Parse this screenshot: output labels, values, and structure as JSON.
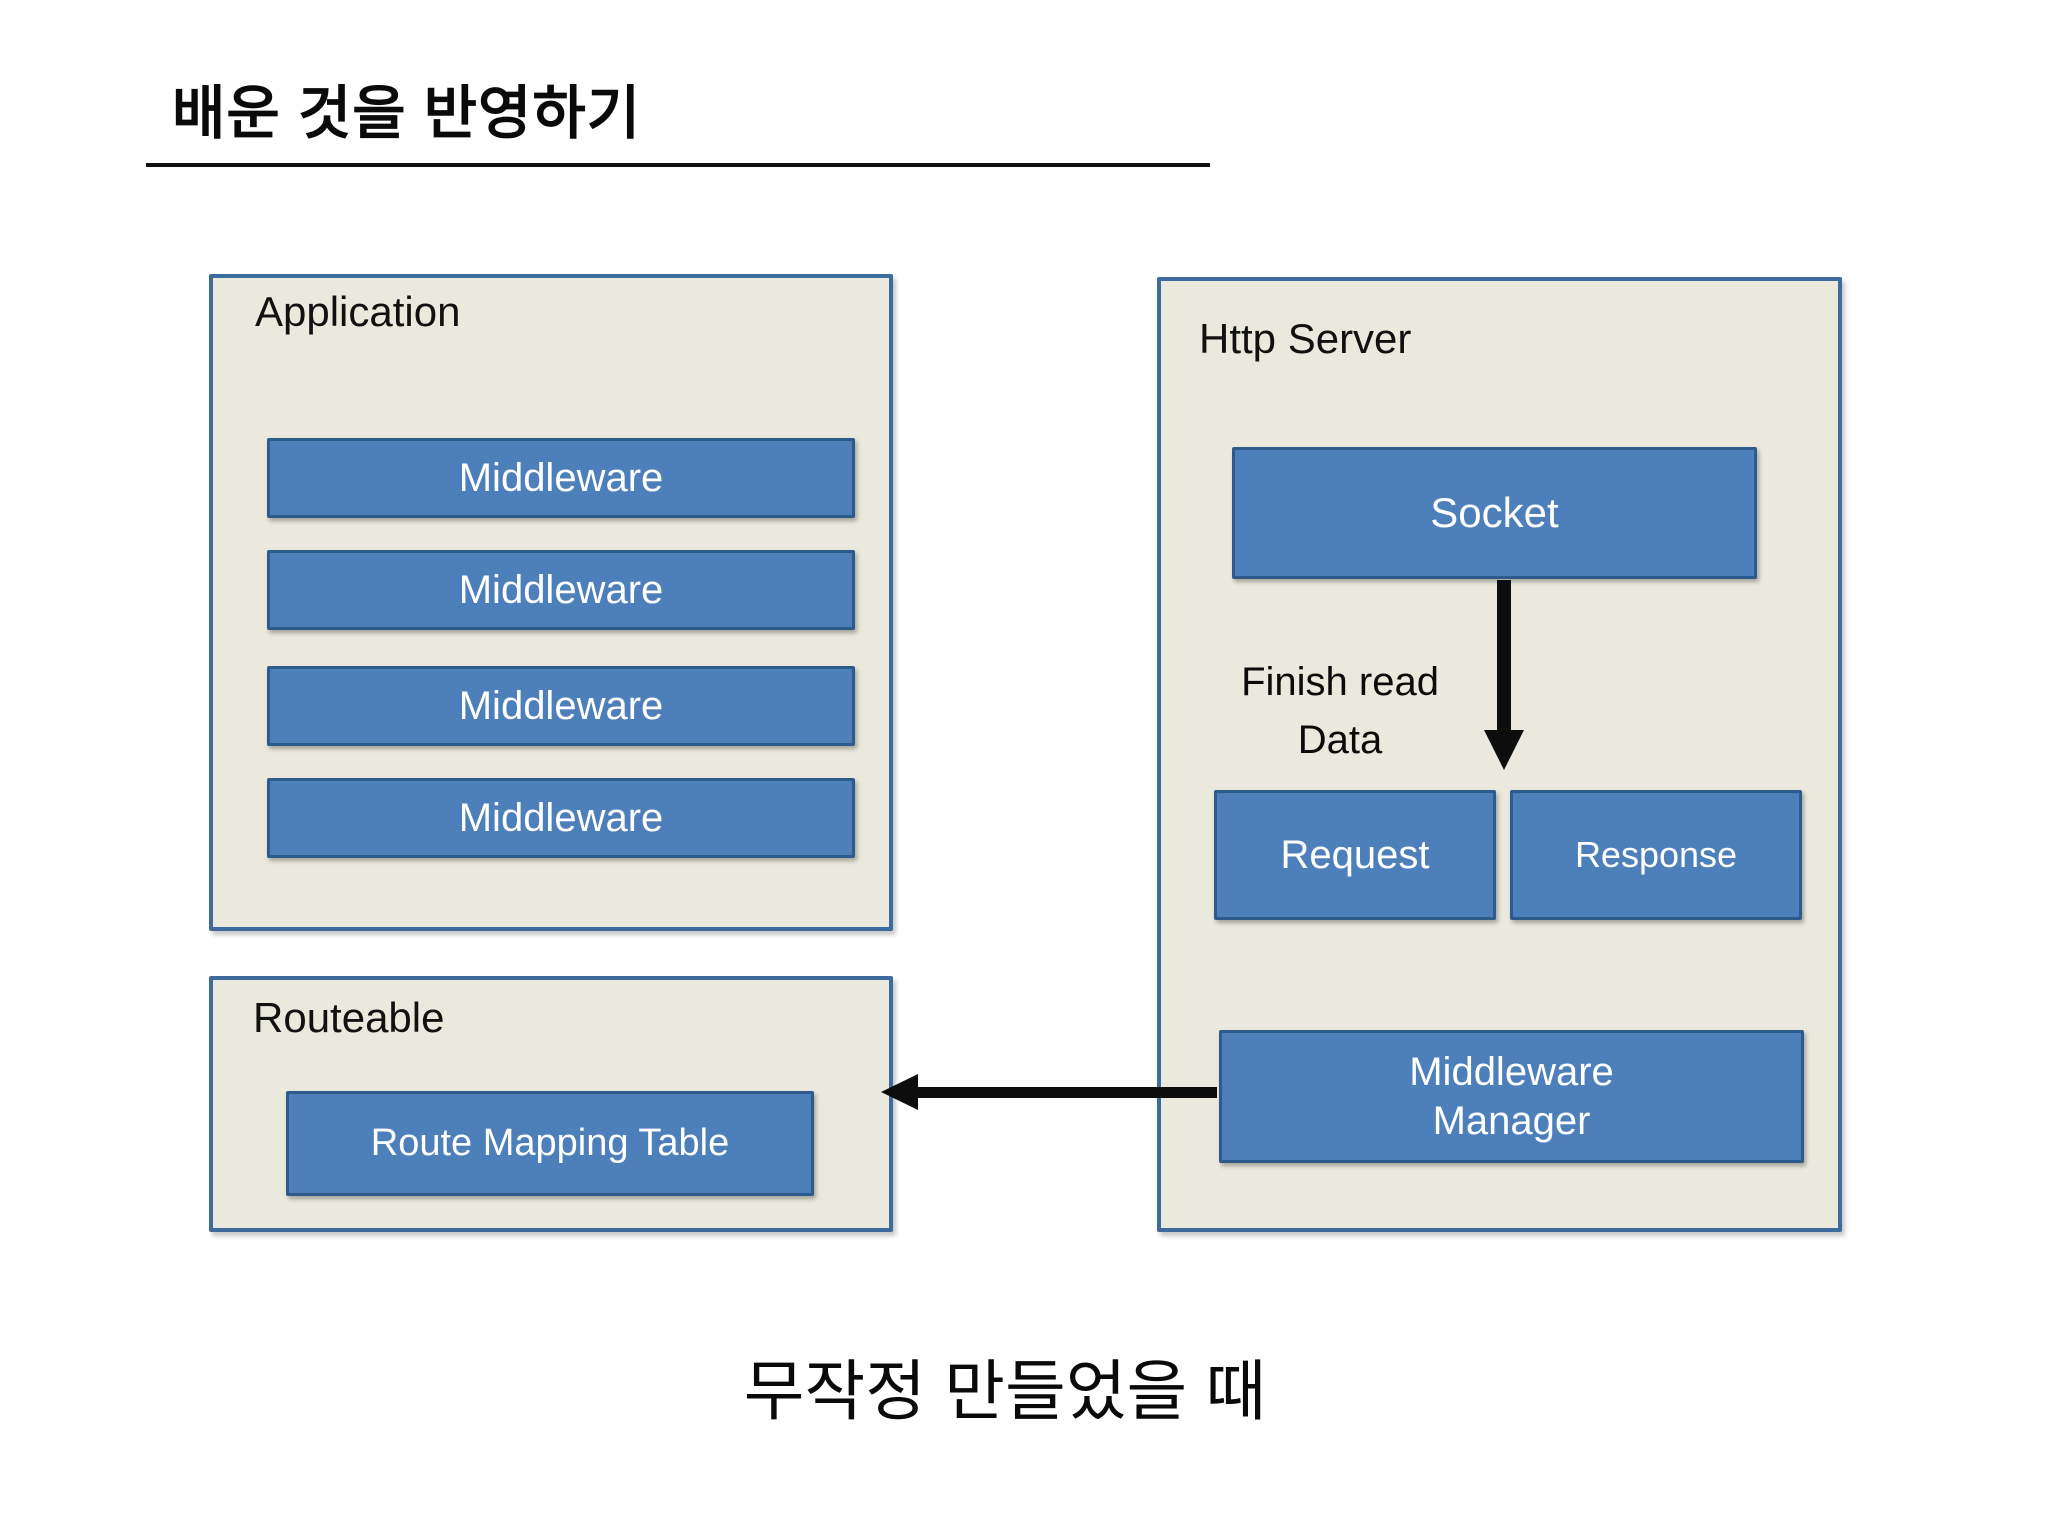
{
  "title": "배운 것을 반영하기",
  "caption": "무작정 만들었을 때",
  "colors": {
    "panel_fill": "#EBE9DD",
    "panel_border": "#3E6B9D",
    "box_fill": "#4D7FBB",
    "box_border": "#2E5A8C",
    "box_text": "#FFFFFF",
    "text": "#0B0B0B",
    "arrow": "#0D0D0D",
    "background": "#FFFFFF"
  },
  "application": {
    "label": "Application",
    "middlewares": [
      "Middleware",
      "Middleware",
      "Middleware",
      "Middleware"
    ]
  },
  "routeable": {
    "label": "Routeable",
    "mapping_table_label": "Route Mapping Table"
  },
  "http_server": {
    "label": "Http Server",
    "socket_label": "Socket",
    "finish_note_line1": "Finish read",
    "finish_note_line2": "Data",
    "request_label": "Request",
    "response_label": "Response",
    "manager_line1": "Middleware",
    "manager_line2": "Manager"
  }
}
